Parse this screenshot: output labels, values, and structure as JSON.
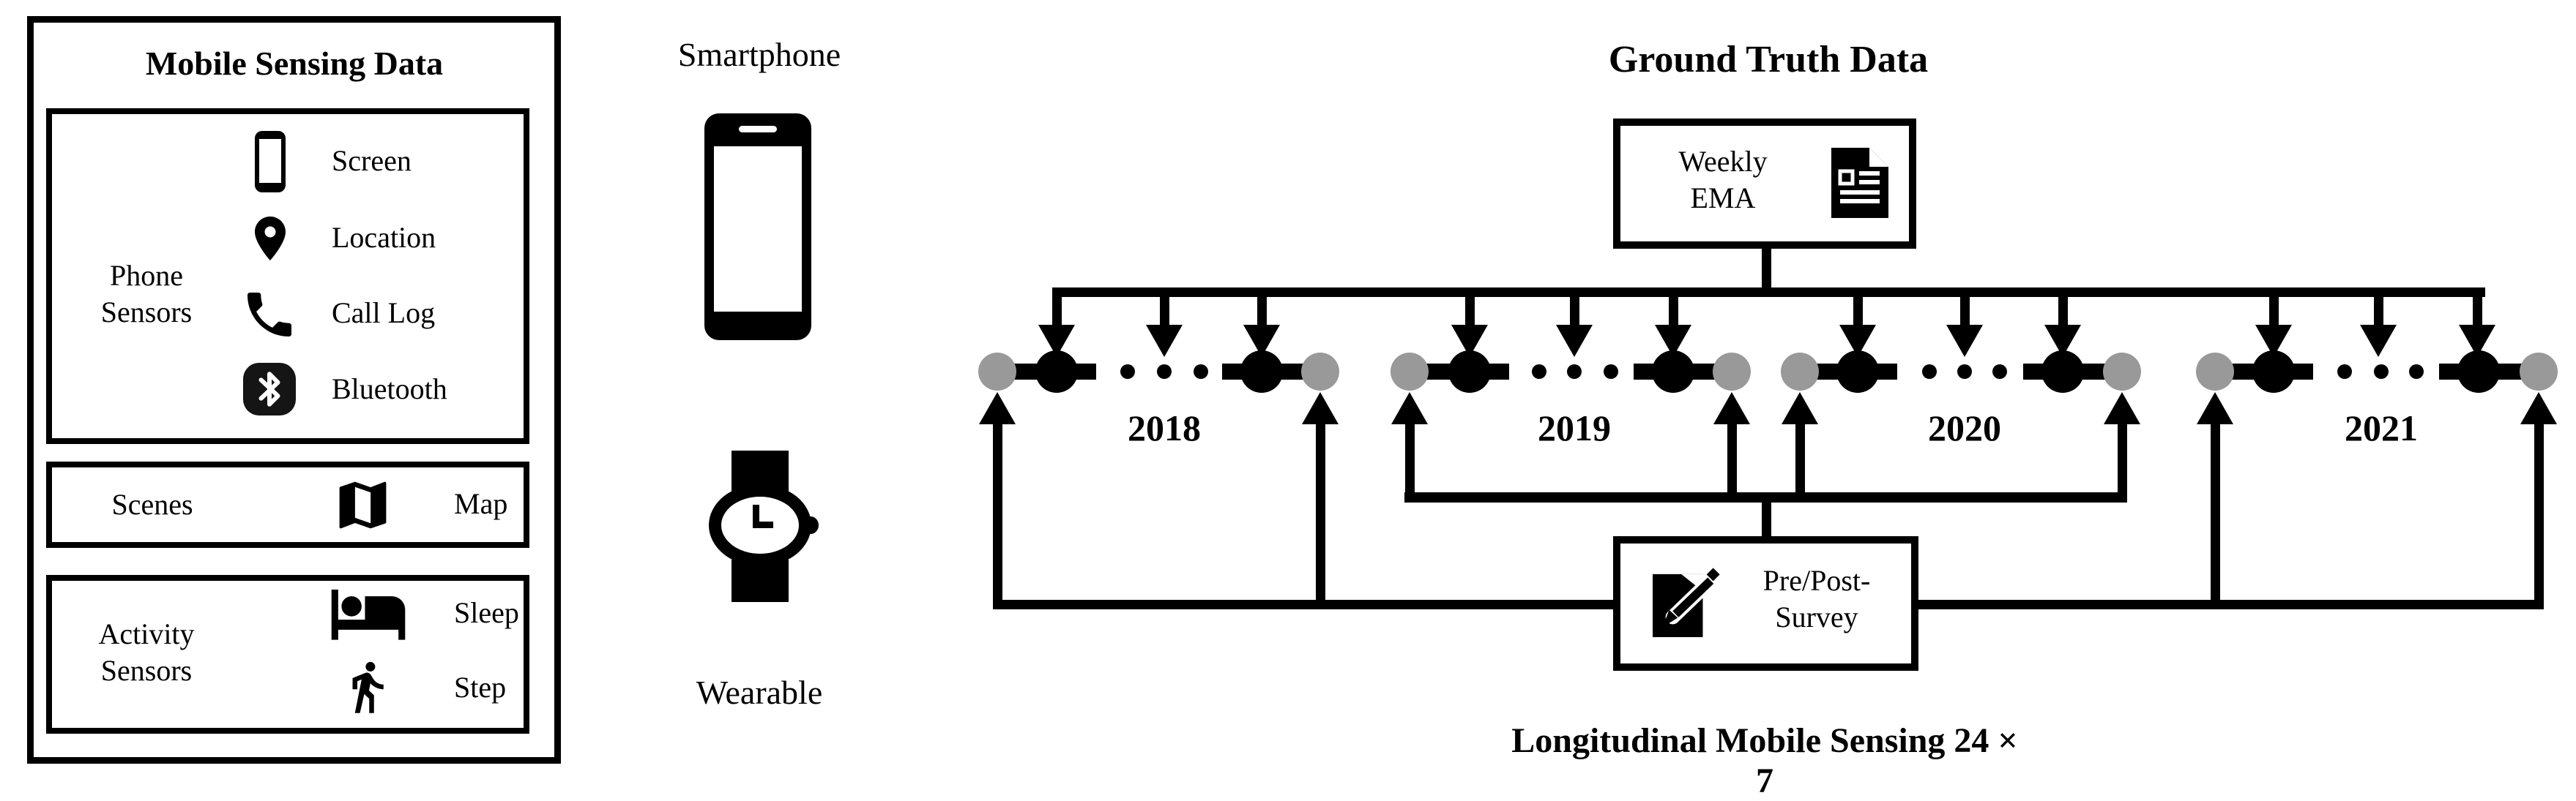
{
  "left_panel": {
    "title": "Mobile Sensing Data",
    "phone_sensors": {
      "label_line1": "Phone",
      "label_line2": "Sensors",
      "items": [
        {
          "icon": "phone-screen-icon",
          "label": "Screen"
        },
        {
          "icon": "location-pin-icon",
          "label": "Location"
        },
        {
          "icon": "call-handset-icon",
          "label": "Call Log"
        },
        {
          "icon": "bluetooth-icon",
          "label": "Bluetooth"
        }
      ]
    },
    "scenes": {
      "label": "Scenes",
      "items": [
        {
          "icon": "map-icon",
          "label": "Map"
        }
      ]
    },
    "activity_sensors": {
      "label_line1": "Activity",
      "label_line2": "Sensors",
      "items": [
        {
          "icon": "bed-icon",
          "label": "Sleep"
        },
        {
          "icon": "walking-person-icon",
          "label": "Step"
        }
      ]
    }
  },
  "devices": {
    "smartphone_label": "Smartphone",
    "wearable_label": "Wearable"
  },
  "ground_truth": {
    "title": "Ground Truth Data",
    "weekly_ema": {
      "line1": "Weekly",
      "line2": "EMA",
      "icon": "document-icon"
    },
    "pre_post_survey": {
      "line1": "Pre/Post-",
      "line2": "Survey",
      "icon": "survey-pencil-icon"
    },
    "years": [
      "2018",
      "2019",
      "2020",
      "2021"
    ],
    "caption": "Longitudinal Mobile Sensing 24 × 7"
  },
  "colors": {
    "ink": "#000000",
    "gray_node": "#999999",
    "background": "#ffffff"
  }
}
